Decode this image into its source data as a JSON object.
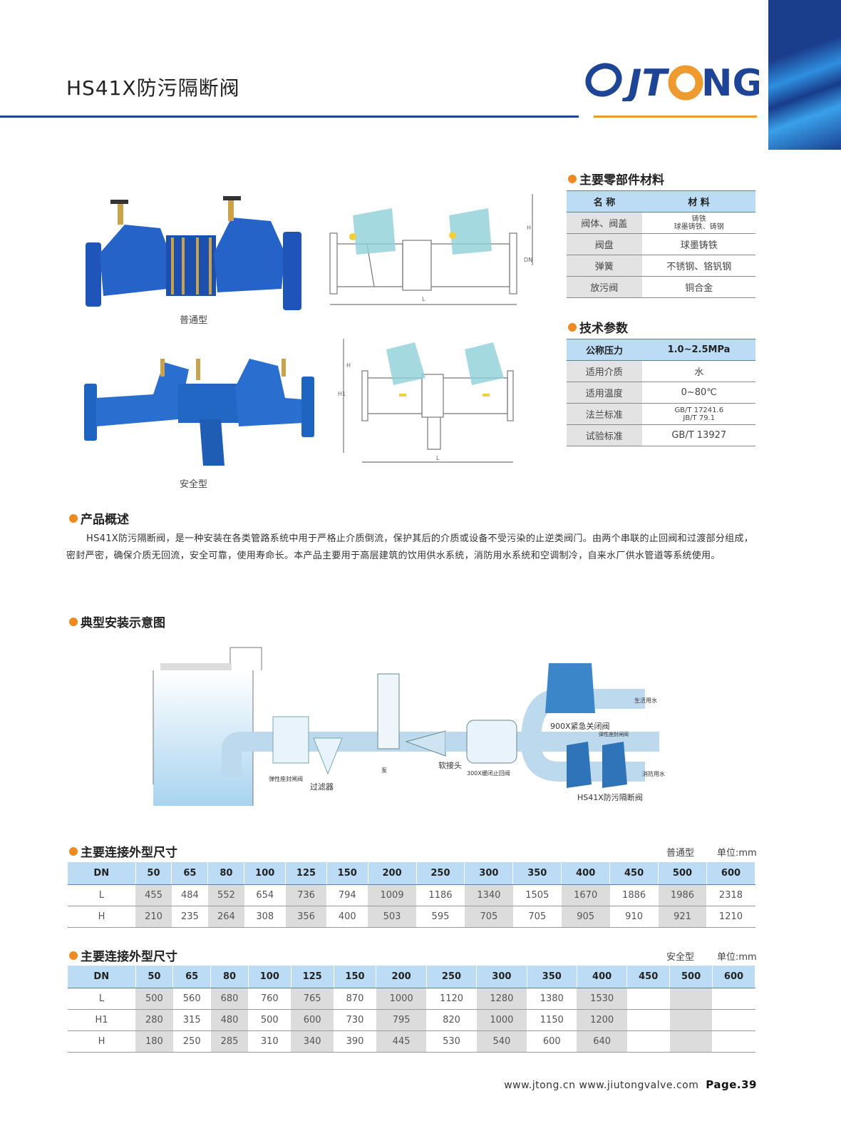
{
  "header": {
    "title": "HS41X防污隔断阀",
    "logo_text": "JTONG"
  },
  "products": {
    "normal_label": "普通型",
    "safety_label": "安全型",
    "dim_labels": {
      "H": "H",
      "DN": "DN",
      "L": "L",
      "H1": "H1"
    }
  },
  "materials": {
    "heading": "主要零部件材料",
    "columns": [
      "名 称",
      "材 料"
    ],
    "rows": [
      [
        "阀体、阀盖",
        "铸铁\n球墨铸铁、铸钢"
      ],
      [
        "阀盘",
        "球墨铸铁"
      ],
      [
        "弹簧",
        "不锈钢、铬钒钢"
      ],
      [
        "放污阀",
        "铜合金"
      ]
    ]
  },
  "tech": {
    "heading": "技术参数",
    "header": [
      "公称压力",
      "1.0~2.5MPa"
    ],
    "rows": [
      [
        "适用介质",
        "水"
      ],
      [
        "适用温度",
        "0~80℃"
      ],
      [
        "法兰标准",
        "GB/T 17241.6\nJB/T 79.1"
      ],
      [
        "试验标准",
        "GB/T 13927"
      ]
    ]
  },
  "overview": {
    "heading": "产品概述",
    "text": "HS41X防污隔断阀，是一种安装在各类管路系统中用于严格止介质倒流，保护其后的介质或设备不受污染的止逆类阀门。由两个串联的止回阀和过渡部分组成，密封严密，确保介质无回流，安全可靠，使用寿命长。本产品主要用于高层建筑的饮用供水系统，消防用水系统和空调制冷，自来水厂供水管道等系统使用。"
  },
  "install": {
    "heading": "典型安装示意图",
    "labels": {
      "gate_valve": "弹性座封闸阀",
      "filter": "过滤器",
      "pump": "泵",
      "soft_joint": "软接头",
      "check_valve": "300X缓闭止回阀",
      "emergency_valve": "900X紧急关闭阀",
      "gate_valve2": "弹性座封闸阀",
      "domestic": "生活用水",
      "fire": "消防用水",
      "hs41x": "HS41X防污隔断阀"
    }
  },
  "dim_normal": {
    "heading": "主要连接外型尺寸",
    "type": "普通型",
    "unit": "单位:mm",
    "header": [
      "DN",
      "50",
      "65",
      "80",
      "100",
      "125",
      "150",
      "200",
      "250",
      "300",
      "350",
      "400",
      "450",
      "500",
      "600"
    ],
    "rows": [
      [
        "L",
        "455",
        "484",
        "552",
        "654",
        "736",
        "794",
        "1009",
        "1186",
        "1340",
        "1505",
        "1670",
        "1886",
        "1986",
        "2318"
      ],
      [
        "H",
        "210",
        "235",
        "264",
        "308",
        "356",
        "400",
        "503",
        "595",
        "705",
        "705",
        "905",
        "910",
        "921",
        "1210"
      ]
    ]
  },
  "dim_safety": {
    "heading": "主要连接外型尺寸",
    "type": "安全型",
    "unit": "单位:mm",
    "header": [
      "DN",
      "50",
      "65",
      "80",
      "100",
      "125",
      "150",
      "200",
      "250",
      "300",
      "350",
      "400",
      "450",
      "500",
      "600"
    ],
    "rows": [
      [
        "L",
        "500",
        "560",
        "680",
        "760",
        "765",
        "870",
        "1000",
        "1120",
        "1280",
        "1380",
        "1530",
        "",
        "",
        ""
      ],
      [
        "H1",
        "280",
        "315",
        "480",
        "500",
        "600",
        "730",
        "795",
        "820",
        "1000",
        "1150",
        "1200",
        "",
        "",
        ""
      ],
      [
        "H",
        "180",
        "250",
        "285",
        "310",
        "340",
        "390",
        "445",
        "530",
        "540",
        "600",
        "640",
        "",
        "",
        ""
      ]
    ]
  },
  "footer": {
    "urls": "www.jtong.cn  www.jiutongvalve.com",
    "page": "Page.39"
  },
  "colors": {
    "brand_blue": "#1e4595",
    "accent_orange": "#ee9a2e",
    "header_cell": "#bcdcf6"
  }
}
